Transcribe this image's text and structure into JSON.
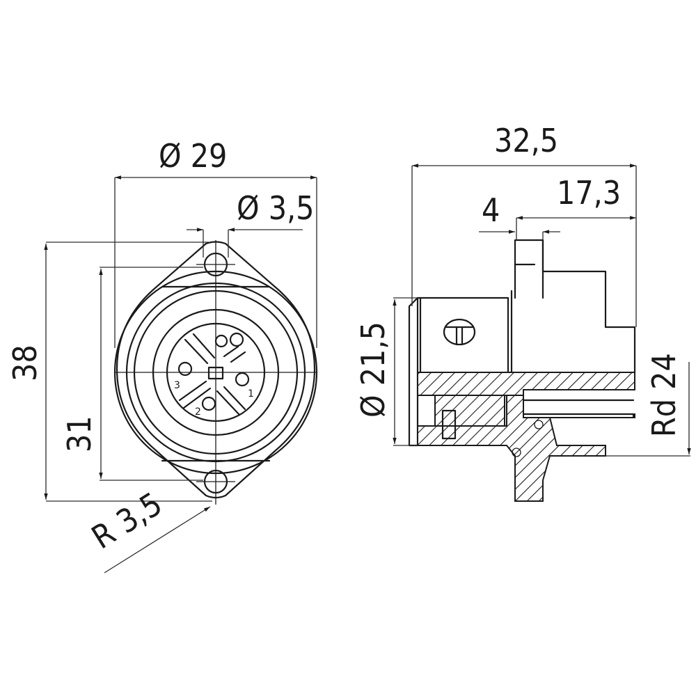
{
  "drawing": {
    "type": "connector-dimension-drawing",
    "views": {
      "front": {
        "dimensions": {
          "outer_diameter": "Ø 29",
          "hole_diameter": "Ø 3,5",
          "total_height": "38",
          "hole_spacing": "31",
          "corner_radius": "R 3,5"
        },
        "pin_labels": [
          "3",
          "1",
          "2"
        ]
      },
      "side": {
        "dimensions": {
          "total_length": "32,5",
          "rear_length": "17,3",
          "flange_thickness": "4",
          "body_diameter": "Ø 21,5",
          "thread": "Rd 24"
        }
      }
    }
  }
}
